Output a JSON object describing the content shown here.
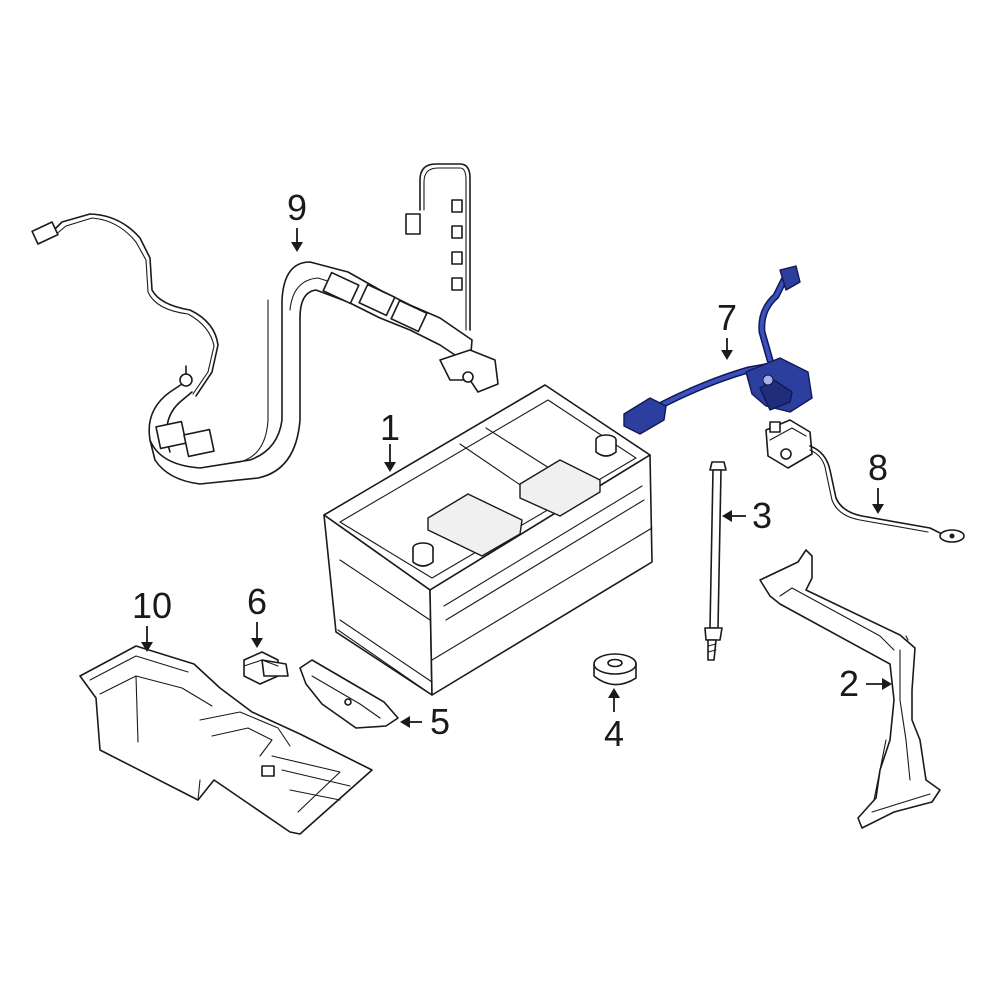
{
  "diagram": {
    "callouts": [
      {
        "id": "1",
        "text": "1"
      },
      {
        "id": "2",
        "text": "2"
      },
      {
        "id": "3",
        "text": "3"
      },
      {
        "id": "4",
        "text": "4"
      },
      {
        "id": "5",
        "text": "5"
      },
      {
        "id": "6",
        "text": "6"
      },
      {
        "id": "7",
        "text": "7"
      },
      {
        "id": "8",
        "text": "8"
      },
      {
        "id": "9",
        "text": "9"
      },
      {
        "id": "10",
        "text": "10"
      }
    ],
    "highlight_color": "#2d3f9e",
    "line_color": "#1a1a1a"
  }
}
